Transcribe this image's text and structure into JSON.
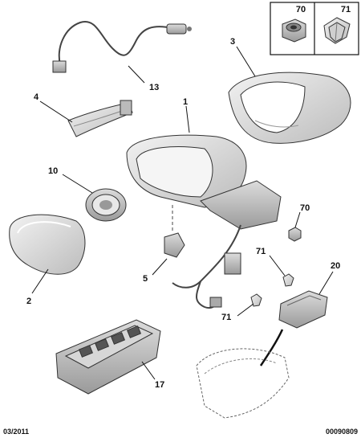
{
  "legend": {
    "items": [
      {
        "ref": "70"
      },
      {
        "ref": "71"
      }
    ]
  },
  "callouts": [
    {
      "id": "c1",
      "text": "1"
    },
    {
      "id": "c2",
      "text": "2"
    },
    {
      "id": "c3",
      "text": "3"
    },
    {
      "id": "c4",
      "text": "4"
    },
    {
      "id": "c5",
      "text": "5"
    },
    {
      "id": "c10",
      "text": "10"
    },
    {
      "id": "c13",
      "text": "13"
    },
    {
      "id": "c17",
      "text": "17"
    },
    {
      "id": "c20",
      "text": "20"
    },
    {
      "id": "c70",
      "text": "70"
    },
    {
      "id": "c71a",
      "text": "71"
    },
    {
      "id": "c71b",
      "text": "71"
    }
  ],
  "footer": {
    "date": "03/2011",
    "reference": "00090809"
  },
  "colors": {
    "part_fill": "#e3e3e3",
    "part_shade": "#bdbdbd",
    "line": "#111111"
  }
}
